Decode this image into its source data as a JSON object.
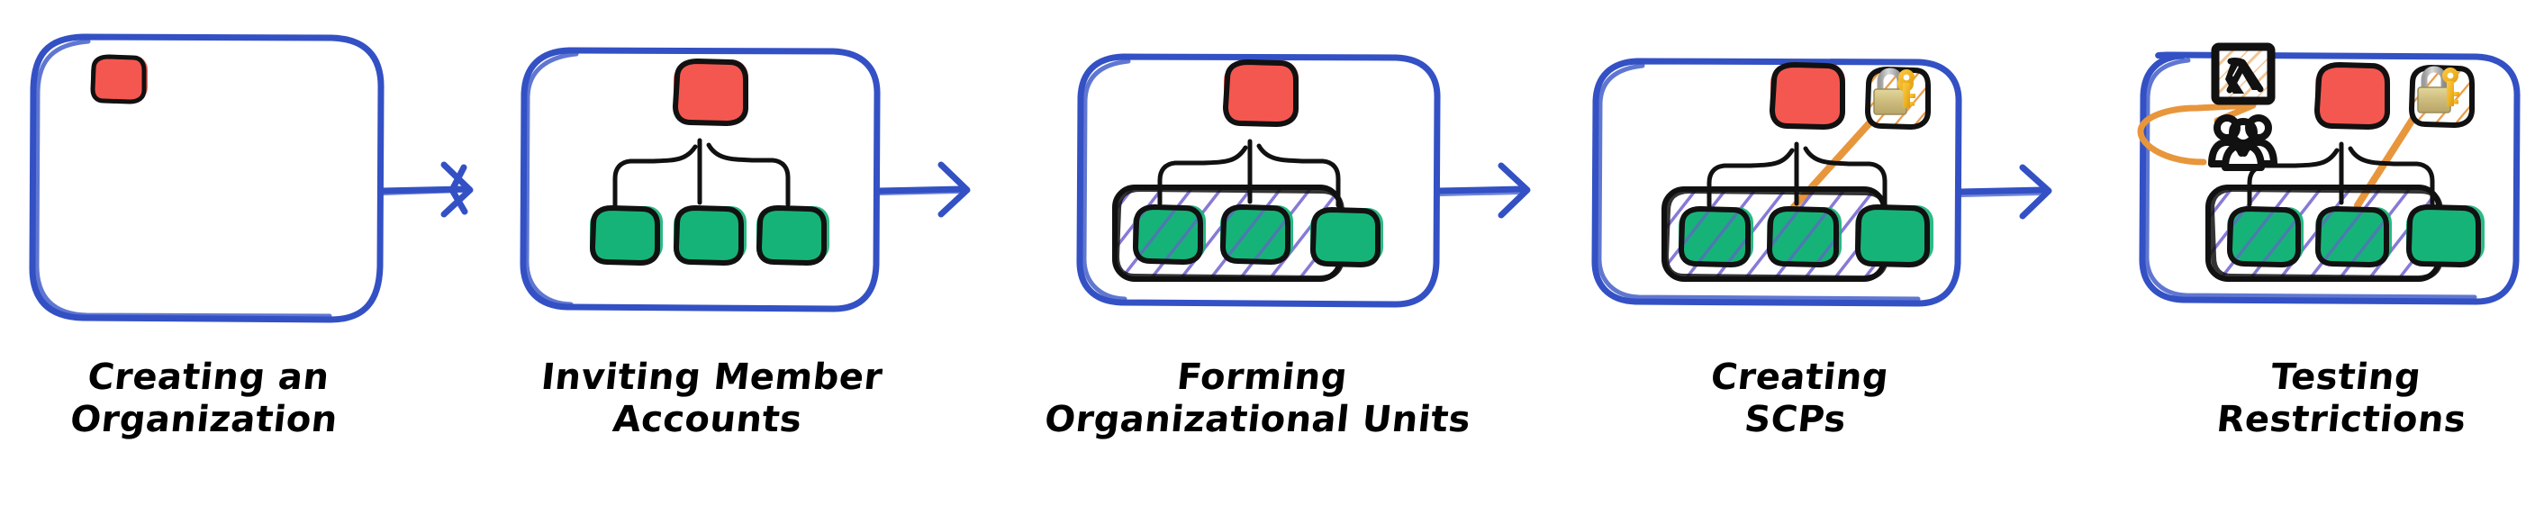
{
  "diagram": {
    "title": "AWS Organizations setup workflow",
    "orientation": "left-to-right",
    "style": "hand-drawn sketch",
    "background_color": "#FFFFFF",
    "colors": {
      "panel_border": "#3351C4",
      "arrow": "#3351C4",
      "management_account": "#F4574F",
      "member_account": "#16B378",
      "ou_hatch": "#6A5ACD",
      "scp_hatch": "#E8963C",
      "scp_link": "#E8963C",
      "ink": "#111111",
      "lock_body": "#C6B47A",
      "key": "#F0B322"
    },
    "steps": [
      {
        "index": 1,
        "caption": "Creating an\nOrganization",
        "caption_lines": [
          "Creating an",
          "Organization"
        ],
        "contents": {
          "management_accounts": 1,
          "member_accounts": 0,
          "organizational_units": 0,
          "scps": 0,
          "test_icons": []
        }
      },
      {
        "index": 2,
        "caption": "Inviting Member\nAccounts",
        "caption_lines": [
          "Inviting Member",
          "Accounts"
        ],
        "contents": {
          "management_accounts": 1,
          "member_accounts": 3,
          "organizational_units": 0,
          "scps": 0,
          "test_icons": []
        }
      },
      {
        "index": 3,
        "caption": "Forming\nOrganizational Units",
        "caption_lines": [
          "Forming",
          "Organizational Units"
        ],
        "contents": {
          "management_accounts": 1,
          "member_accounts": 3,
          "organizational_units": 1,
          "accounts_in_ou": 2,
          "scps": 0,
          "test_icons": []
        }
      },
      {
        "index": 4,
        "caption": "Creating\nSCPs",
        "caption_lines": [
          "Creating",
          "SCPs"
        ],
        "contents": {
          "management_accounts": 1,
          "member_accounts": 3,
          "organizational_units": 1,
          "accounts_in_ou": 2,
          "scps": 1,
          "scp_attached_to": "organizational-unit",
          "test_icons": []
        }
      },
      {
        "index": 5,
        "caption": "Testing\nRestrictions",
        "caption_lines": [
          "Testing",
          "Restrictions"
        ],
        "contents": {
          "management_accounts": 1,
          "member_accounts": 3,
          "organizational_units": 1,
          "accounts_in_ou": 2,
          "scps": 1,
          "scp_attached_to": "organizational-unit",
          "test_icons": [
            "lambda-icon",
            "users-group-icon"
          ]
        }
      }
    ],
    "connectors": [
      {
        "from_step": 1,
        "to_step": 2,
        "kind": "arrow",
        "color": "#3351C4"
      },
      {
        "from_step": 2,
        "to_step": 3,
        "kind": "arrow",
        "color": "#3351C4"
      },
      {
        "from_step": 3,
        "to_step": 4,
        "kind": "arrow",
        "color": "#3351C4"
      },
      {
        "from_step": 4,
        "to_step": 5,
        "kind": "arrow",
        "color": "#3351C4"
      }
    ],
    "icons": {
      "lambda": "lambda-icon",
      "users_group": "users-group-icon",
      "lock_key": "lock-key-icon"
    }
  }
}
